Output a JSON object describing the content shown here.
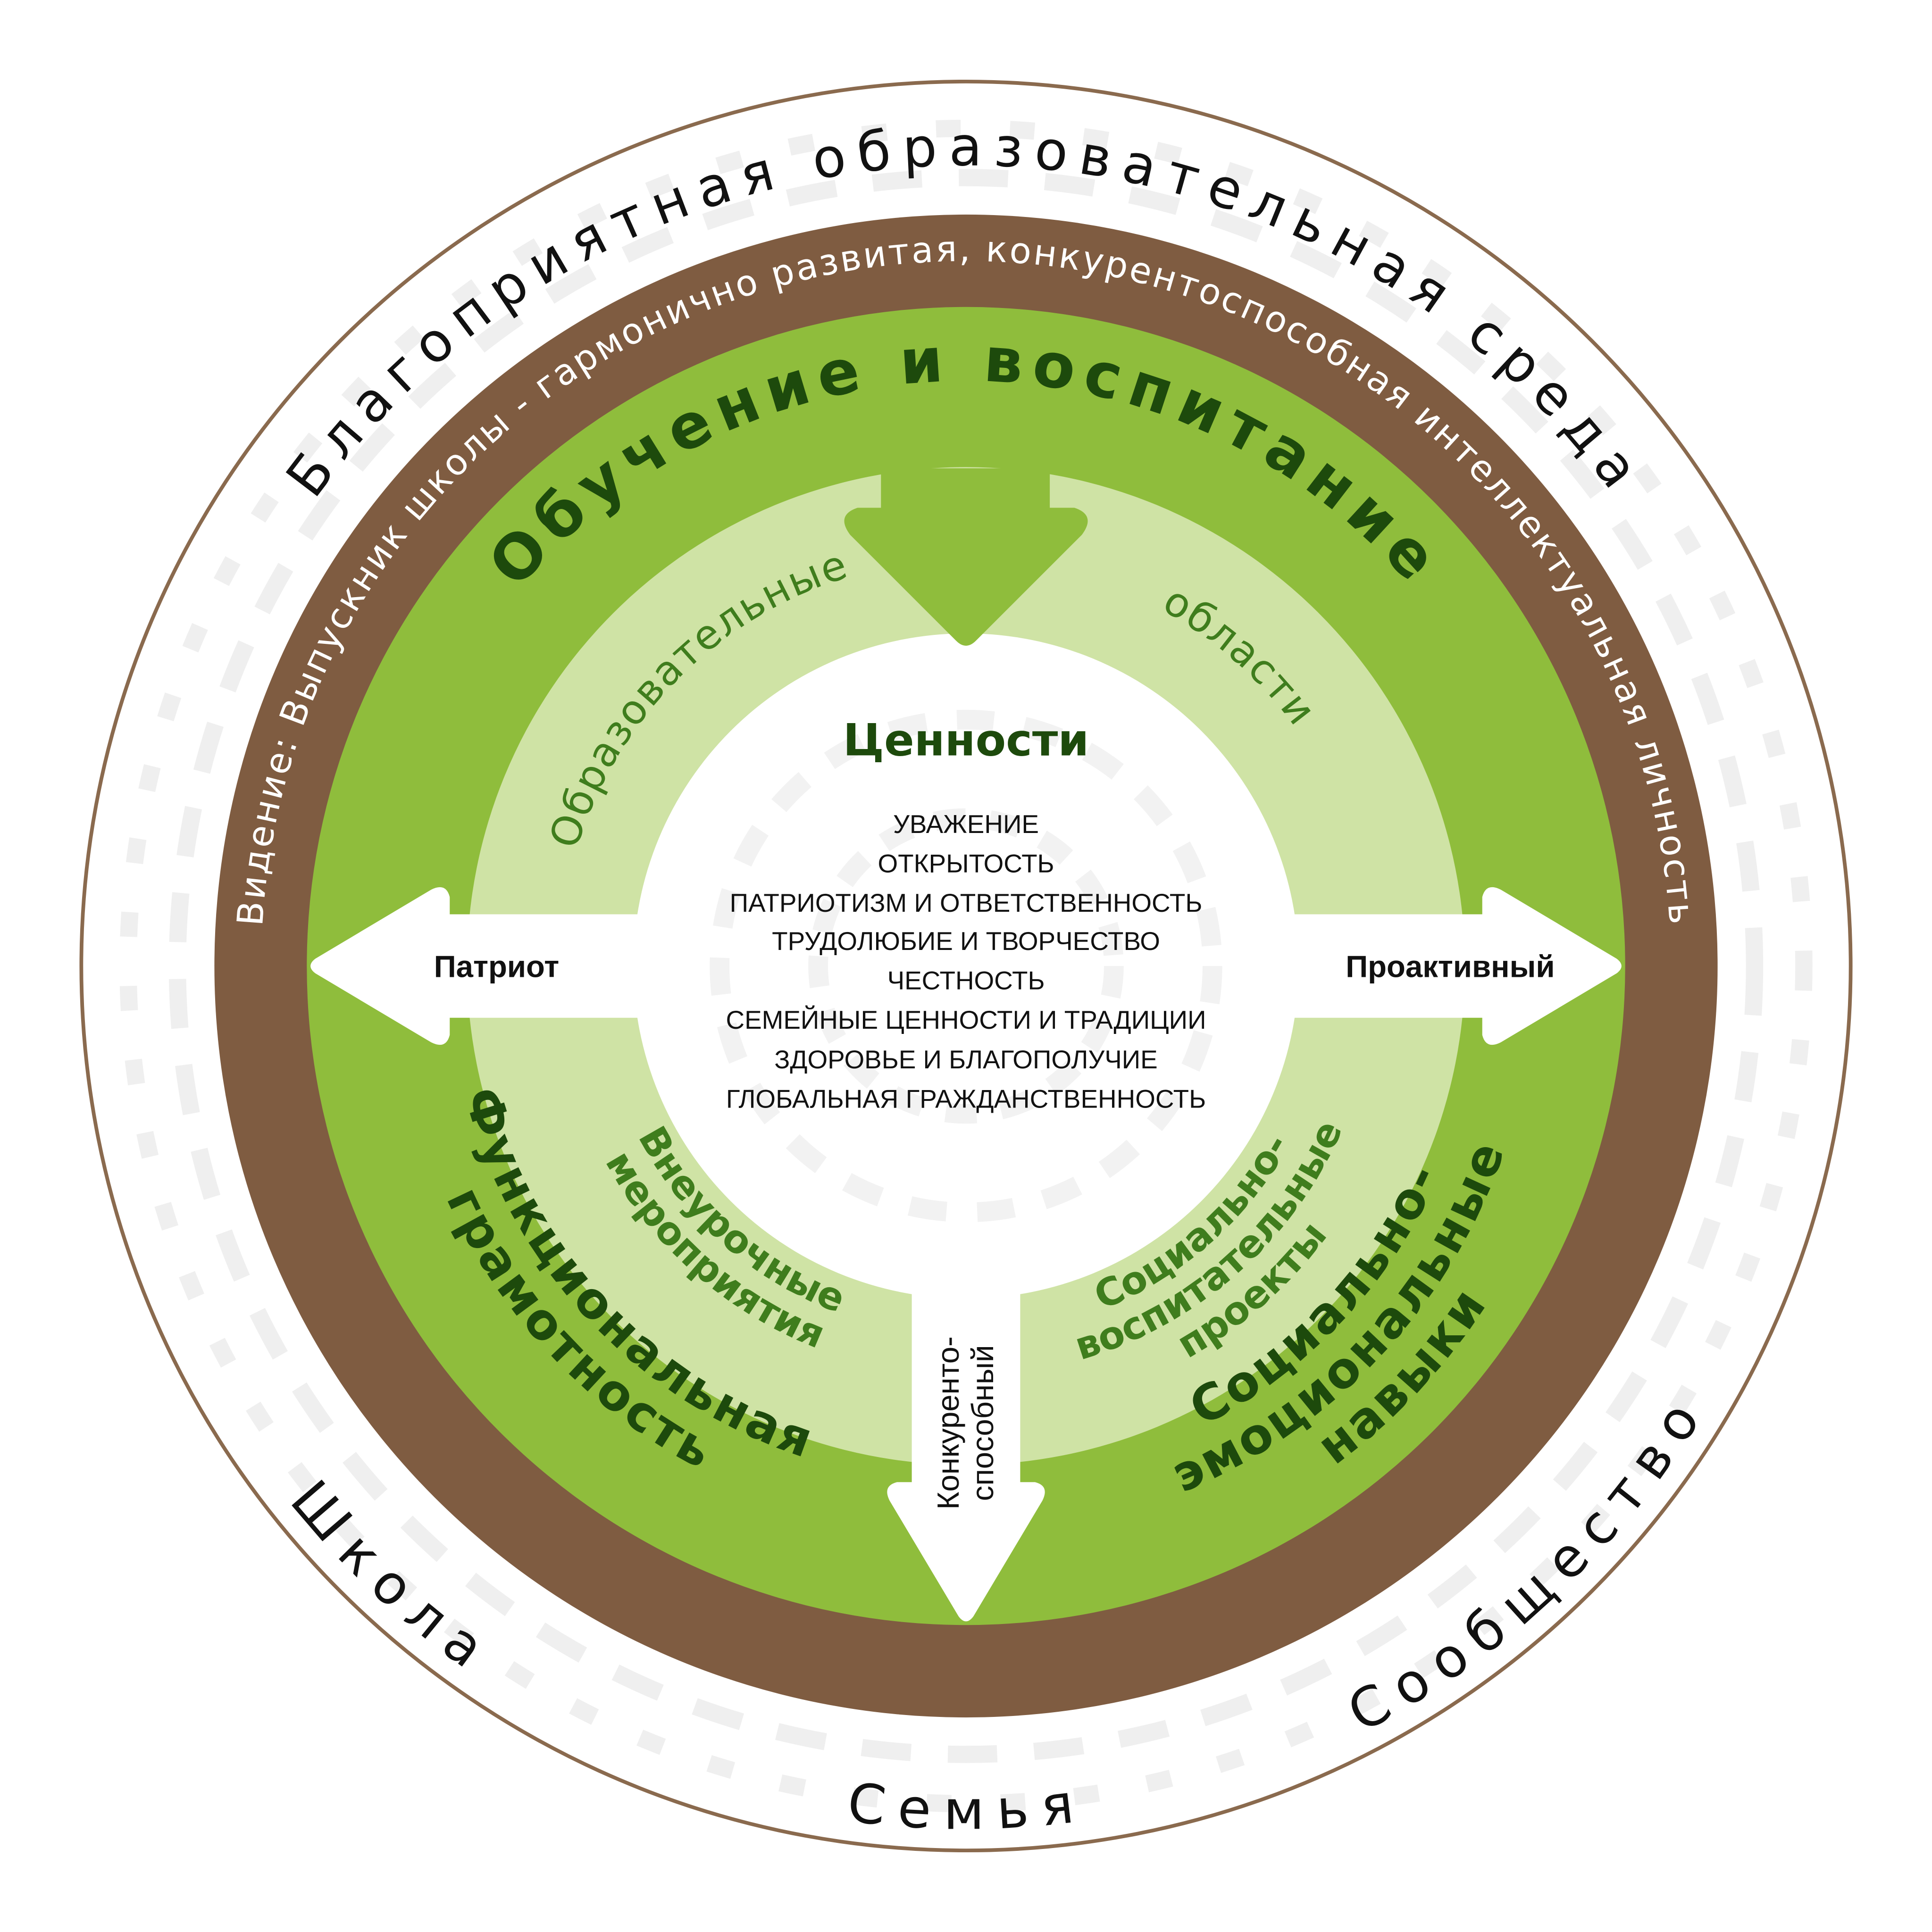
{
  "outer_ring": {
    "title": "Благоприятная образовательная среда",
    "school": "Школа",
    "family": "Семья",
    "community": "Сообщество"
  },
  "vision": "Видение: Выпускник школы - гармонично развитая, конкурентоспособная интеллектуальная личность",
  "green_ring": {
    "title": "Обучение и воспитание",
    "functional_literacy": [
      "Функциональная",
      "грамотность"
    ],
    "social_emotional": [
      "Социально-",
      "эмоциональные",
      "навыки"
    ]
  },
  "light_ring": {
    "areas_left": "Образовательные",
    "areas_right": "области",
    "extracurricular": [
      "Внеурочные",
      "мероприятия"
    ],
    "projects": [
      "Социально-",
      "воспитательные",
      "проекты"
    ]
  },
  "values": {
    "title": "Ценности",
    "items": [
      "УВАЖЕНИЕ",
      "ОТКРЫТОСТЬ",
      "ПАТРИОТИЗМ И ОТВЕТСТВЕННОСТЬ",
      "ТРУДОЛЮБИЕ И ТВОРЧЕСТВО",
      "ЧЕСТНОСТЬ",
      "СЕМЕЙНЫЕ ЦЕННОСТИ И ТРАДИЦИИ",
      "ЗДОРОВЬЕ И БЛАГОПОЛУЧИЕ",
      "ГЛОБАЛЬНАЯ ГРАЖДАНСТВЕННОСТЬ"
    ]
  },
  "arrows": {
    "left": "Патриот",
    "right": "Проактивный",
    "bottom": [
      "Конкуренто-",
      "способный"
    ]
  },
  "colors": {
    "brown": "#7f5c41",
    "green": "#8fbd3c",
    "light_green": "#cfe3a5",
    "dark_green_text": "#1d4a0c",
    "mid_green_text": "#3f7d1d"
  }
}
